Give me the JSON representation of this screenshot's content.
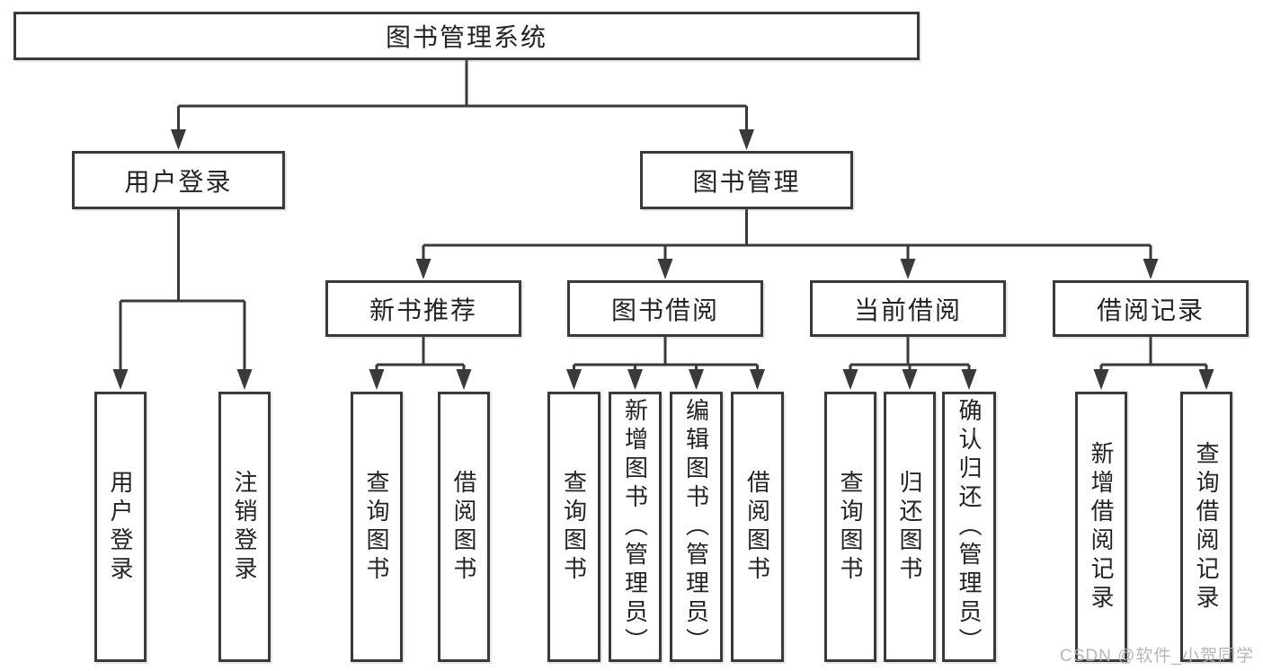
{
  "root": {
    "label": "图书管理系统"
  },
  "branches": [
    {
      "label": "用户登录",
      "children": [
        "用户登录",
        "注销登录"
      ]
    },
    {
      "label": "图书管理",
      "sections": [
        {
          "label": "新书推荐",
          "children": [
            "查询图书",
            "借阅图书"
          ]
        },
        {
          "label": "图书借阅",
          "children": [
            "查询图书",
            "新增图书（管理员）",
            "编辑图书（管理员）",
            "借阅图书"
          ]
        },
        {
          "label": "当前借阅",
          "children": [
            "查询图书",
            "归还图书",
            "确认归还（管理员）"
          ]
        },
        {
          "label": "借阅记录",
          "children": [
            "新增借阅记录",
            "查询借阅记录"
          ]
        }
      ]
    }
  ],
  "watermark": {
    "text": "CSDN @软件_小贺同学"
  },
  "colors": {
    "line": "#3a3a3a",
    "box_background": "#ffffff",
    "text": "#232323",
    "watermark": "#b2b2b2"
  }
}
